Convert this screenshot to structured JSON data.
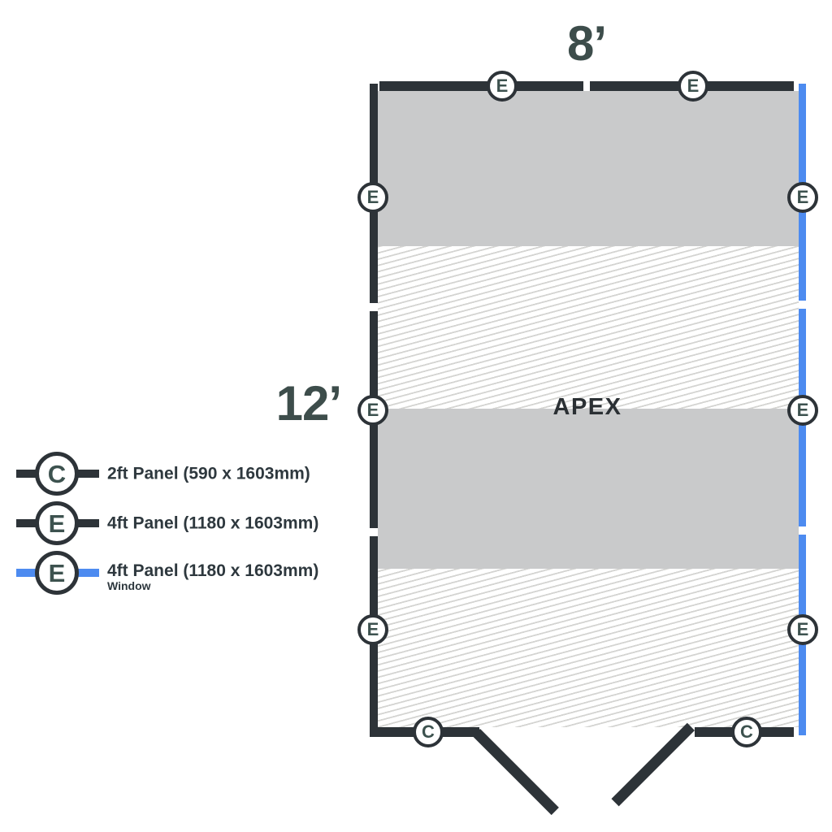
{
  "diagram": {
    "width_label": "8’",
    "height_label": "12’",
    "style_label": "APEX",
    "panel_markers": {
      "top": [
        "E",
        "E"
      ],
      "left": [
        "E",
        "E",
        "E"
      ],
      "right": [
        "E",
        "E",
        "E"
      ],
      "bottom": [
        "C",
        "C"
      ]
    }
  },
  "legend": {
    "items": [
      {
        "symbol": "C",
        "line": "dark",
        "label": "2ft Panel (590 x 1603mm)",
        "sublabel": ""
      },
      {
        "symbol": "E",
        "line": "dark",
        "label": "4ft Panel (1180 x 1603mm)",
        "sublabel": ""
      },
      {
        "symbol": "E",
        "line": "window",
        "label": "4ft Panel (1180 x 1603mm)",
        "sublabel": "Window"
      }
    ]
  },
  "colors": {
    "wall": "#2d3338",
    "window_blue": "#4d8bf0",
    "panel_gray": "#c9cacb",
    "hatch_line": "#d4d4d2",
    "dim_text": "#3d4d4b",
    "badge_letter": "#3d524f",
    "legend_text": "#2e383e",
    "apex_text": "#2b3034"
  }
}
